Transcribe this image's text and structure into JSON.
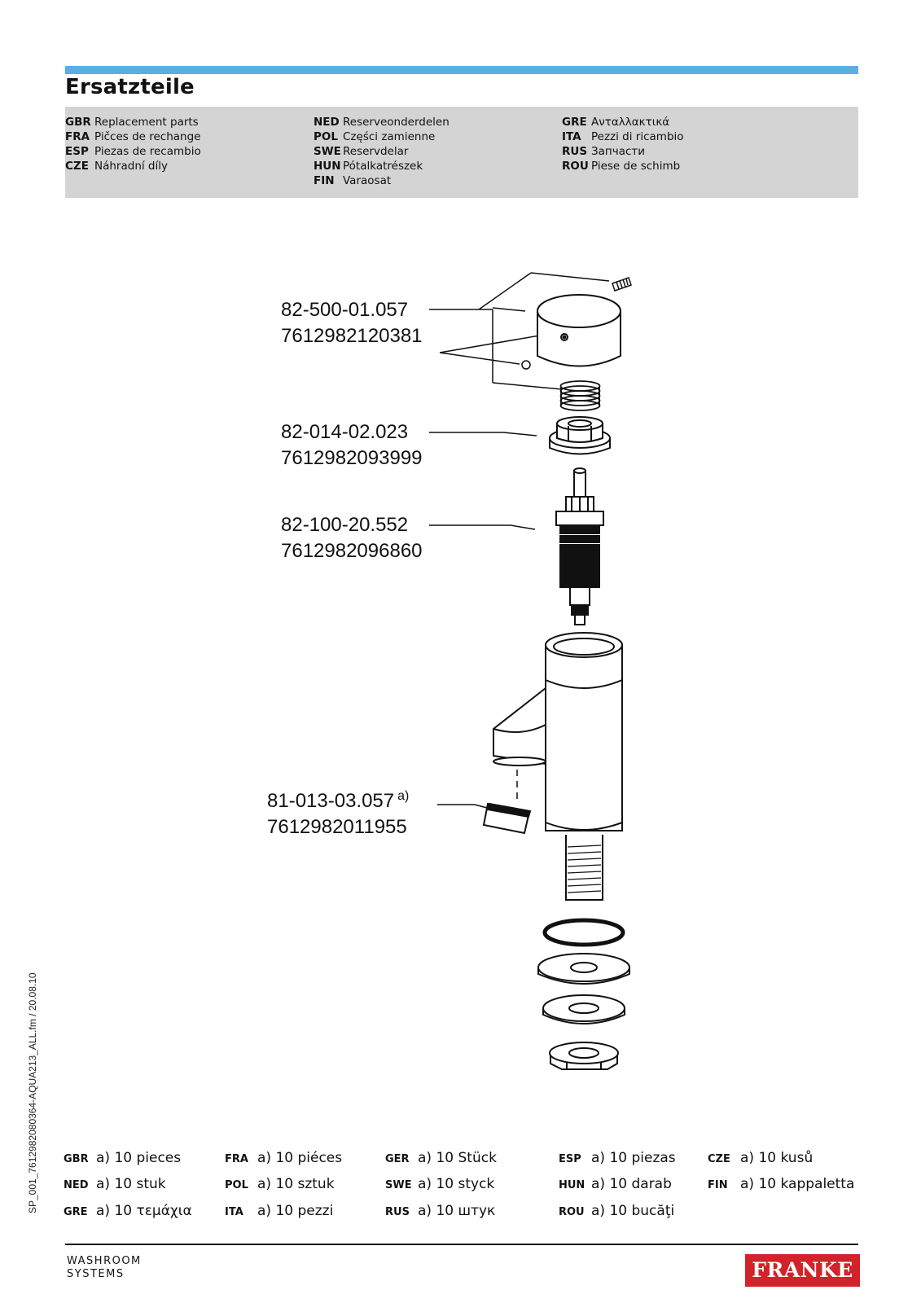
{
  "header": {
    "title": "Ersatzteile"
  },
  "languages": {
    "col1": [
      {
        "code": "GBR",
        "label": "Replacement parts"
      },
      {
        "code": "FRA",
        "label": "Pičces de rechange"
      },
      {
        "code": "ESP",
        "label": "Piezas de recambio"
      },
      {
        "code": "CZE",
        "label": "Náhradní díly"
      }
    ],
    "col2": [
      {
        "code": "NED",
        "label": "Reserveonderdelen"
      },
      {
        "code": "POL",
        "label": "Części zamienne"
      },
      {
        "code": "SWE",
        "label": "Reservdelar"
      },
      {
        "code": "HUN",
        "label": "Pótalkatrészek"
      },
      {
        "code": "FIN",
        "label": "Varaosat"
      }
    ],
    "col3": [
      {
        "code": "GRE",
        "label": "Ανταλλακτικά"
      },
      {
        "code": "ITA",
        "label": "Pezzi di ricambio"
      },
      {
        "code": "RUS",
        "label": "Запчасти"
      },
      {
        "code": "ROU",
        "label": "Piese de schimb"
      }
    ]
  },
  "parts": [
    {
      "number": "82-500-01.057",
      "ean": "7612982120381",
      "note": ""
    },
    {
      "number": "82-014-02.023",
      "ean": "7612982093999",
      "note": ""
    },
    {
      "number": "82-100-20.552",
      "ean": "7612982096860",
      "note": ""
    },
    {
      "number": "81-013-03.057",
      "ean": "7612982011955",
      "note": "a)"
    }
  ],
  "side_note": "SP_001_7612982080364-AQUA213_ALL.fm / 20.08.10",
  "quantities": [
    [
      {
        "code": "GBR",
        "text": "a)  10 pieces"
      },
      {
        "code": "FRA",
        "text": "a)  10 piéces"
      },
      {
        "code": "GER",
        "text": "a)  10 Stück"
      },
      {
        "code": "ESP",
        "text": "a)  10 piezas"
      },
      {
        "code": "CZE",
        "text": "a)  10 kusů"
      }
    ],
    [
      {
        "code": "NED",
        "text": "a)  10 stuk"
      },
      {
        "code": "POL",
        "text": "a)  10 sztuk"
      },
      {
        "code": "SWE",
        "text": "a)  10 styck"
      },
      {
        "code": "HUN",
        "text": "a)  10 darab"
      },
      {
        "code": "FIN",
        "text": "a)  10 kappaletta"
      }
    ],
    [
      {
        "code": "GRE",
        "text": "a)  10 τεμάχια"
      },
      {
        "code": "ITA",
        "text": "a)  10 pezzi"
      },
      {
        "code": "RUS",
        "text": "a)  10 штук"
      },
      {
        "code": "ROU",
        "text": "a)  10 bucăţi"
      }
    ]
  ],
  "footer": {
    "line1": "WASHROOM",
    "line2": "SYSTEMS",
    "logo": "FRANKE"
  },
  "colors": {
    "accent_bar": "#5aaee0",
    "header_box": "#d4d4d4",
    "logo_red": "#d3232a"
  }
}
